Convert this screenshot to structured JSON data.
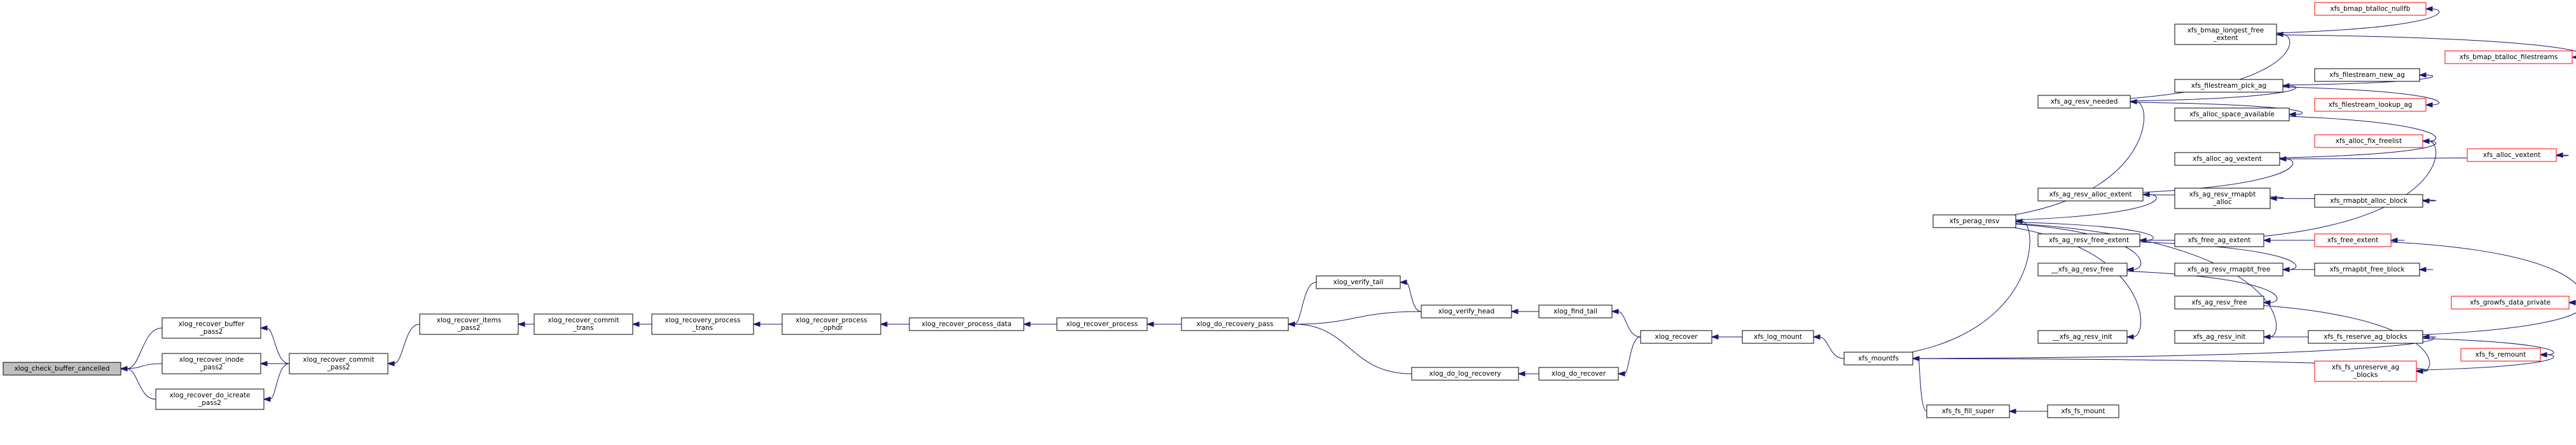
{
  "graph": {
    "colors": {
      "node_border": "#000000",
      "external_border": "#ff0000",
      "focus_fill": "#bfbfbf",
      "edge": "#191970",
      "background": "#ffffff"
    },
    "nodes": [
      {
        "id": "check_buffer_cancelled",
        "lines": [
          "xlog_check_buffer_cancelled"
        ],
        "focus": true
      },
      {
        "id": "recover_buffer_pass2",
        "lines": [
          "xlog_recover_buffer",
          "_pass2"
        ]
      },
      {
        "id": "recover_inode_pass2",
        "lines": [
          "xlog_recover_inode",
          "_pass2"
        ]
      },
      {
        "id": "recover_do_icreate_pass2",
        "lines": [
          "xlog_recover_do_icreate",
          "_pass2"
        ]
      },
      {
        "id": "recover_commit_pass2",
        "lines": [
          "xlog_recover_commit",
          "_pass2"
        ]
      },
      {
        "id": "recover_items_pass2",
        "lines": [
          "xlog_recover_items",
          "_pass2"
        ]
      },
      {
        "id": "recover_commit_trans",
        "lines": [
          "xlog_recover_commit",
          "_trans"
        ]
      },
      {
        "id": "recovery_process_trans",
        "lines": [
          "xlog_recovery_process",
          "_trans"
        ]
      },
      {
        "id": "recover_process_ophdr",
        "lines": [
          "xlog_recover_process",
          "_ophdr"
        ]
      },
      {
        "id": "recover_process_data",
        "lines": [
          "xlog_recover_process_data"
        ]
      },
      {
        "id": "recover_process",
        "lines": [
          "xlog_recover_process"
        ]
      },
      {
        "id": "do_recovery_pass",
        "lines": [
          "xlog_do_recovery_pass"
        ]
      },
      {
        "id": "verify_tail",
        "lines": [
          "xlog_verify_tail"
        ]
      },
      {
        "id": "verify_head",
        "lines": [
          "xlog_verify_head"
        ]
      },
      {
        "id": "find_tail",
        "lines": [
          "xlog_find_tail"
        ]
      },
      {
        "id": "do_log_recovery",
        "lines": [
          "xlog_do_log_recovery"
        ]
      },
      {
        "id": "do_recover",
        "lines": [
          "xlog_do_recover"
        ]
      },
      {
        "id": "xlog_recover",
        "lines": [
          "xlog_recover"
        ]
      },
      {
        "id": "log_mount",
        "lines": [
          "xfs_log_mount"
        ]
      },
      {
        "id": "mountfs",
        "lines": [
          "xfs_mountfs"
        ]
      },
      {
        "id": "fs_fill_super",
        "lines": [
          "xfs_fs_fill_super"
        ]
      },
      {
        "id": "fs_mount",
        "lines": [
          "xfs_fs_mount"
        ]
      },
      {
        "id": "perag_resv",
        "lines": [
          "xfs_perag_resv"
        ]
      },
      {
        "id": "ag_resv_needed",
        "lines": [
          "xfs_ag_resv_needed"
        ]
      },
      {
        "id": "ag_resv_alloc_extent",
        "lines": [
          "xfs_ag_resv_alloc_extent"
        ]
      },
      {
        "id": "ag_resv_free_extent",
        "lines": [
          "xfs_ag_resv_free_extent"
        ]
      },
      {
        "id": "__ag_resv_free",
        "lines": [
          "__xfs_ag_resv_free"
        ]
      },
      {
        "id": "__ag_resv_init",
        "lines": [
          "__xfs_ag_resv_init"
        ]
      },
      {
        "id": "bmap_longest_free_extent",
        "lines": [
          "xfs_bmap_longest_free",
          "_extent"
        ]
      },
      {
        "id": "filestream_pick_ag",
        "lines": [
          "xfs_filestream_pick_ag"
        ]
      },
      {
        "id": "alloc_space_available",
        "lines": [
          "xfs_alloc_space_available"
        ]
      },
      {
        "id": "alloc_ag_vextent",
        "lines": [
          "xfs_alloc_ag_vextent"
        ]
      },
      {
        "id": "ag_resv_rmapbt_alloc",
        "lines": [
          "xfs_ag_resv_rmapbt",
          "_alloc"
        ]
      },
      {
        "id": "free_ag_extent",
        "lines": [
          "xfs_free_ag_extent"
        ]
      },
      {
        "id": "ag_resv_rmapbt_free",
        "lines": [
          "xfs_ag_resv_rmapbt_free"
        ]
      },
      {
        "id": "ag_resv_free",
        "lines": [
          "xfs_ag_resv_free"
        ]
      },
      {
        "id": "ag_resv_init",
        "lines": [
          "xfs_ag_resv_init"
        ]
      },
      {
        "id": "fs_reserve_ag_blocks",
        "lines": [
          "xfs_fs_reserve_ag_blocks"
        ]
      },
      {
        "id": "fs_unreserve_ag_blocks",
        "lines": [
          "xfs_fs_unreserve_ag",
          "_blocks"
        ],
        "external": true
      },
      {
        "id": "bmap_btalloc_nullfb",
        "lines": [
          "xfs_bmap_btalloc_nullfb"
        ],
        "external": true
      },
      {
        "id": "bmap_btalloc_filestreams",
        "lines": [
          "xfs_bmap_btalloc_filestreams"
        ],
        "external": true
      },
      {
        "id": "filestream_new_ag",
        "lines": [
          "xfs_filestream_new_ag"
        ]
      },
      {
        "id": "filestream_lookup_ag",
        "lines": [
          "xfs_filestream_lookup_ag"
        ],
        "external": true
      },
      {
        "id": "alloc_fix_freelist",
        "lines": [
          "xfs_alloc_fix_freelist"
        ],
        "external": true
      },
      {
        "id": "alloc_vextent",
        "lines": [
          "xfs_alloc_vextent"
        ],
        "external": true
      },
      {
        "id": "rmapbt_alloc_block",
        "lines": [
          "xfs_rmapbt_alloc_block"
        ]
      },
      {
        "id": "free_extent",
        "lines": [
          "xfs_free_extent"
        ],
        "external": true
      },
      {
        "id": "rmapbt_free_block",
        "lines": [
          "xfs_rmapbt_free_block"
        ]
      },
      {
        "id": "growfs_data_private",
        "lines": [
          "xfs_growfs_data_private"
        ],
        "external": true
      },
      {
        "id": "fs_remount",
        "lines": [
          "xfs_fs_remount"
        ],
        "external": true
      }
    ],
    "edges": [
      [
        "check_buffer_cancelled",
        "recover_buffer_pass2"
      ],
      [
        "check_buffer_cancelled",
        "recover_inode_pass2"
      ],
      [
        "check_buffer_cancelled",
        "recover_do_icreate_pass2"
      ],
      [
        "recover_buffer_pass2",
        "recover_commit_pass2"
      ],
      [
        "recover_inode_pass2",
        "recover_commit_pass2"
      ],
      [
        "recover_do_icreate_pass2",
        "recover_commit_pass2"
      ],
      [
        "recover_commit_pass2",
        "recover_items_pass2"
      ],
      [
        "recover_items_pass2",
        "recover_commit_trans"
      ],
      [
        "recover_commit_trans",
        "recovery_process_trans"
      ],
      [
        "recovery_process_trans",
        "recover_process_ophdr"
      ],
      [
        "recover_process_ophdr",
        "recover_process_data"
      ],
      [
        "recover_process_data",
        "recover_process"
      ],
      [
        "recover_process",
        "do_recovery_pass"
      ],
      [
        "do_recovery_pass",
        "verify_tail"
      ],
      [
        "do_recovery_pass",
        "verify_head"
      ],
      [
        "do_recovery_pass",
        "do_log_recovery"
      ],
      [
        "verify_tail",
        "verify_head"
      ],
      [
        "verify_head",
        "find_tail"
      ],
      [
        "find_tail",
        "xlog_recover"
      ],
      [
        "do_log_recovery",
        "do_recover"
      ],
      [
        "do_recover",
        "xlog_recover"
      ],
      [
        "xlog_recover",
        "log_mount"
      ],
      [
        "log_mount",
        "mountfs"
      ],
      [
        "mountfs",
        "fs_fill_super"
      ],
      [
        "fs_fill_super",
        "fs_mount"
      ],
      [
        "perag_resv",
        "mountfs"
      ],
      [
        "ag_resv_needed",
        "perag_resv"
      ],
      [
        "ag_resv_alloc_extent",
        "perag_resv"
      ],
      [
        "ag_resv_free_extent",
        "perag_resv"
      ],
      [
        "__ag_resv_free",
        "perag_resv"
      ],
      [
        "__ag_resv_init",
        "perag_resv"
      ],
      [
        "ag_resv_init",
        "perag_resv"
      ],
      [
        "bmap_longest_free_extent",
        "ag_resv_needed"
      ],
      [
        "filestream_pick_ag",
        "ag_resv_needed"
      ],
      [
        "alloc_space_available",
        "ag_resv_needed"
      ],
      [
        "bmap_btalloc_nullfb",
        "bmap_longest_free_extent"
      ],
      [
        "bmap_btalloc_filestreams",
        "bmap_longest_free_extent"
      ],
      [
        "filestream_new_ag",
        "filestream_pick_ag"
      ],
      [
        "filestream_lookup_ag",
        "filestream_pick_ag"
      ],
      [
        "alloc_fix_freelist",
        "alloc_space_available"
      ],
      [
        "alloc_ag_vextent",
        "ag_resv_alloc_extent"
      ],
      [
        "ag_resv_rmapbt_alloc",
        "ag_resv_alloc_extent"
      ],
      [
        "alloc_vextent",
        "alloc_ag_vextent"
      ],
      [
        "alloc_fix_freelist",
        "alloc_ag_vextent"
      ],
      [
        "rmapbt_alloc_block",
        "ag_resv_rmapbt_alloc"
      ],
      [
        "free_ag_extent",
        "ag_resv_free_extent"
      ],
      [
        "ag_resv_rmapbt_free",
        "ag_resv_free_extent"
      ],
      [
        "free_extent",
        "free_ag_extent"
      ],
      [
        "alloc_fix_freelist",
        "free_ag_extent"
      ],
      [
        "rmapbt_free_block",
        "ag_resv_rmapbt_free"
      ],
      [
        "ag_resv_free",
        "__ag_resv_free"
      ],
      [
        "fs_unreserve_ag_blocks",
        "ag_resv_free"
      ],
      [
        "fs_reserve_ag_blocks",
        "ag_resv_init"
      ],
      [
        "fs_reserve_ag_blocks",
        "mountfs"
      ],
      [
        "fs_unreserve_ag_blocks",
        "mountfs"
      ],
      [
        "growfs_data_private",
        "fs_reserve_ag_blocks"
      ],
      [
        "growfs_data_private",
        "free_extent"
      ],
      [
        "fs_remount",
        "fs_reserve_ag_blocks"
      ],
      [
        "fs_remount",
        "fs_unreserve_ag_blocks"
      ]
    ]
  }
}
